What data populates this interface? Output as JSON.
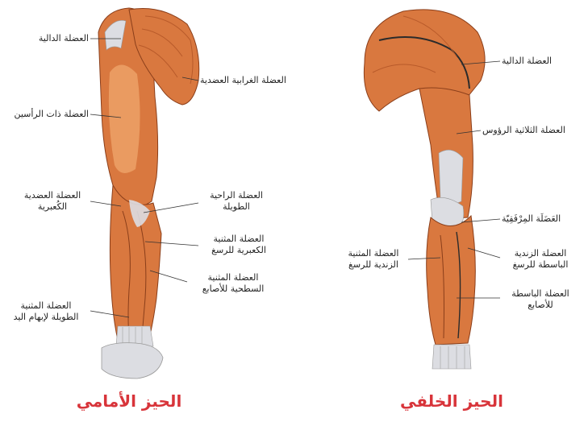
{
  "colors": {
    "muscle": "#d9783f",
    "muscle_light": "#eea46a",
    "muscle_dark": "#b85a2a",
    "tendon": "#dcdde2",
    "bone": "#c9cbd3",
    "caption": "#d8343a",
    "leader": "#333333"
  },
  "anterior": {
    "caption": "الحيز الأمامي",
    "labels": {
      "deltoid": "العضلة الدالية",
      "coracobrachialis": "العضلة الغرابية العضدية",
      "biceps": "العضلة ذات الرأسين",
      "brachioradialis_1": "العضلة العضدية",
      "brachioradialis_2": "الكُعبرية",
      "palmaris_1": "العضلة الراحية",
      "palmaris_2": "الطويلة",
      "fcr_1": "العضلة المثنية",
      "fcr_2": "الكعبرية للرسغ",
      "fds_1": "العضلة المثنية",
      "fds_2": "السطحية للأصابع",
      "fpl_1": "العضلة المثنية",
      "fpl_2": "الطويلة لإبهام اليد"
    }
  },
  "posterior": {
    "caption": "الحيز الخلفي",
    "labels": {
      "deltoid": "العضلة الدالية",
      "triceps": "العضلة الثلاثية الرؤوس",
      "anconeus": "العَضَلَة المِرْفَقِيّة",
      "fcu_1": "العضلة المثنية",
      "fcu_2": "الزندية للرسغ",
      "ecu_1": "العضلة الزندية",
      "ecu_2": "الباسطة للرسغ",
      "edc_1": "العضلة الباسطة",
      "edc_2": "للأصابع"
    }
  }
}
